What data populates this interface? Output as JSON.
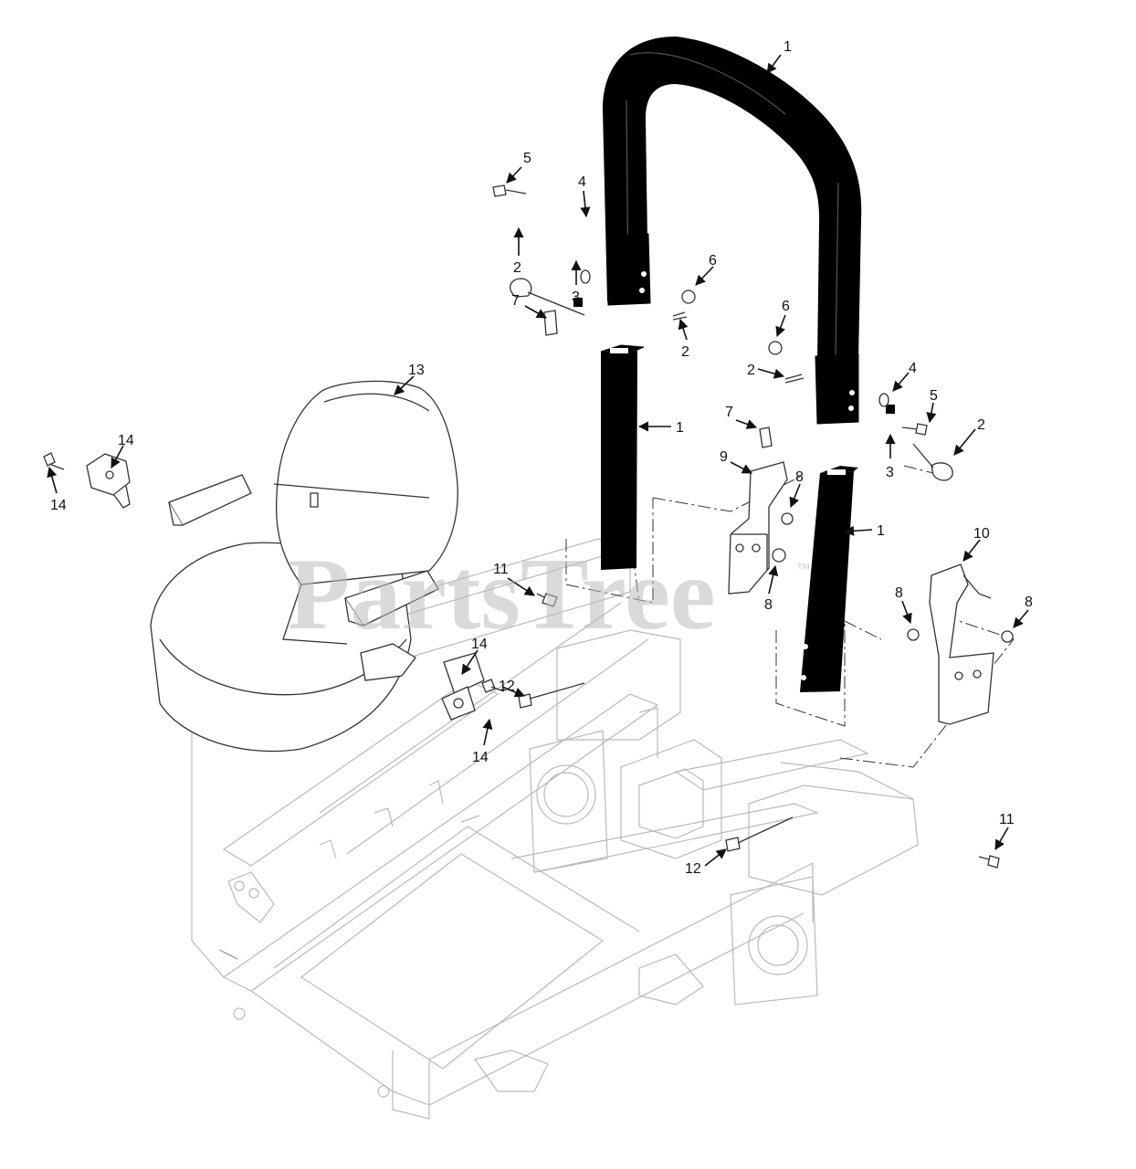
{
  "watermark": {
    "text": "PartsTree",
    "trademark": "™"
  },
  "colors": {
    "roll_bar": "#000000",
    "frame_outline": "#b9b9b9",
    "callout_text": "#111111"
  },
  "callouts": [
    {
      "id": "c1a",
      "label": "1"
    },
    {
      "id": "c1b",
      "label": "1"
    },
    {
      "id": "c1c",
      "label": "1"
    },
    {
      "id": "c2a",
      "label": "2"
    },
    {
      "id": "c2b",
      "label": "2"
    },
    {
      "id": "c2c",
      "label": "2"
    },
    {
      "id": "c2d",
      "label": "2"
    },
    {
      "id": "c3a",
      "label": "3"
    },
    {
      "id": "c3b",
      "label": "3"
    },
    {
      "id": "c4a",
      "label": "4"
    },
    {
      "id": "c4b",
      "label": "4"
    },
    {
      "id": "c5a",
      "label": "5"
    },
    {
      "id": "c5b",
      "label": "5"
    },
    {
      "id": "c6a",
      "label": "6"
    },
    {
      "id": "c6b",
      "label": "6"
    },
    {
      "id": "c7a",
      "label": "7"
    },
    {
      "id": "c7b",
      "label": "7"
    },
    {
      "id": "c8a",
      "label": "8"
    },
    {
      "id": "c8b",
      "label": "8"
    },
    {
      "id": "c8c",
      "label": "8"
    },
    {
      "id": "c8d",
      "label": "8"
    },
    {
      "id": "c9",
      "label": "9"
    },
    {
      "id": "c10",
      "label": "10"
    },
    {
      "id": "c11a",
      "label": "11"
    },
    {
      "id": "c11b",
      "label": "11"
    },
    {
      "id": "c12a",
      "label": "12"
    },
    {
      "id": "c12b",
      "label": "12"
    },
    {
      "id": "c13",
      "label": "13"
    },
    {
      "id": "c14a",
      "label": "14"
    },
    {
      "id": "c14b",
      "label": "14"
    },
    {
      "id": "c14c",
      "label": "14"
    },
    {
      "id": "c14d",
      "label": "14"
    }
  ]
}
